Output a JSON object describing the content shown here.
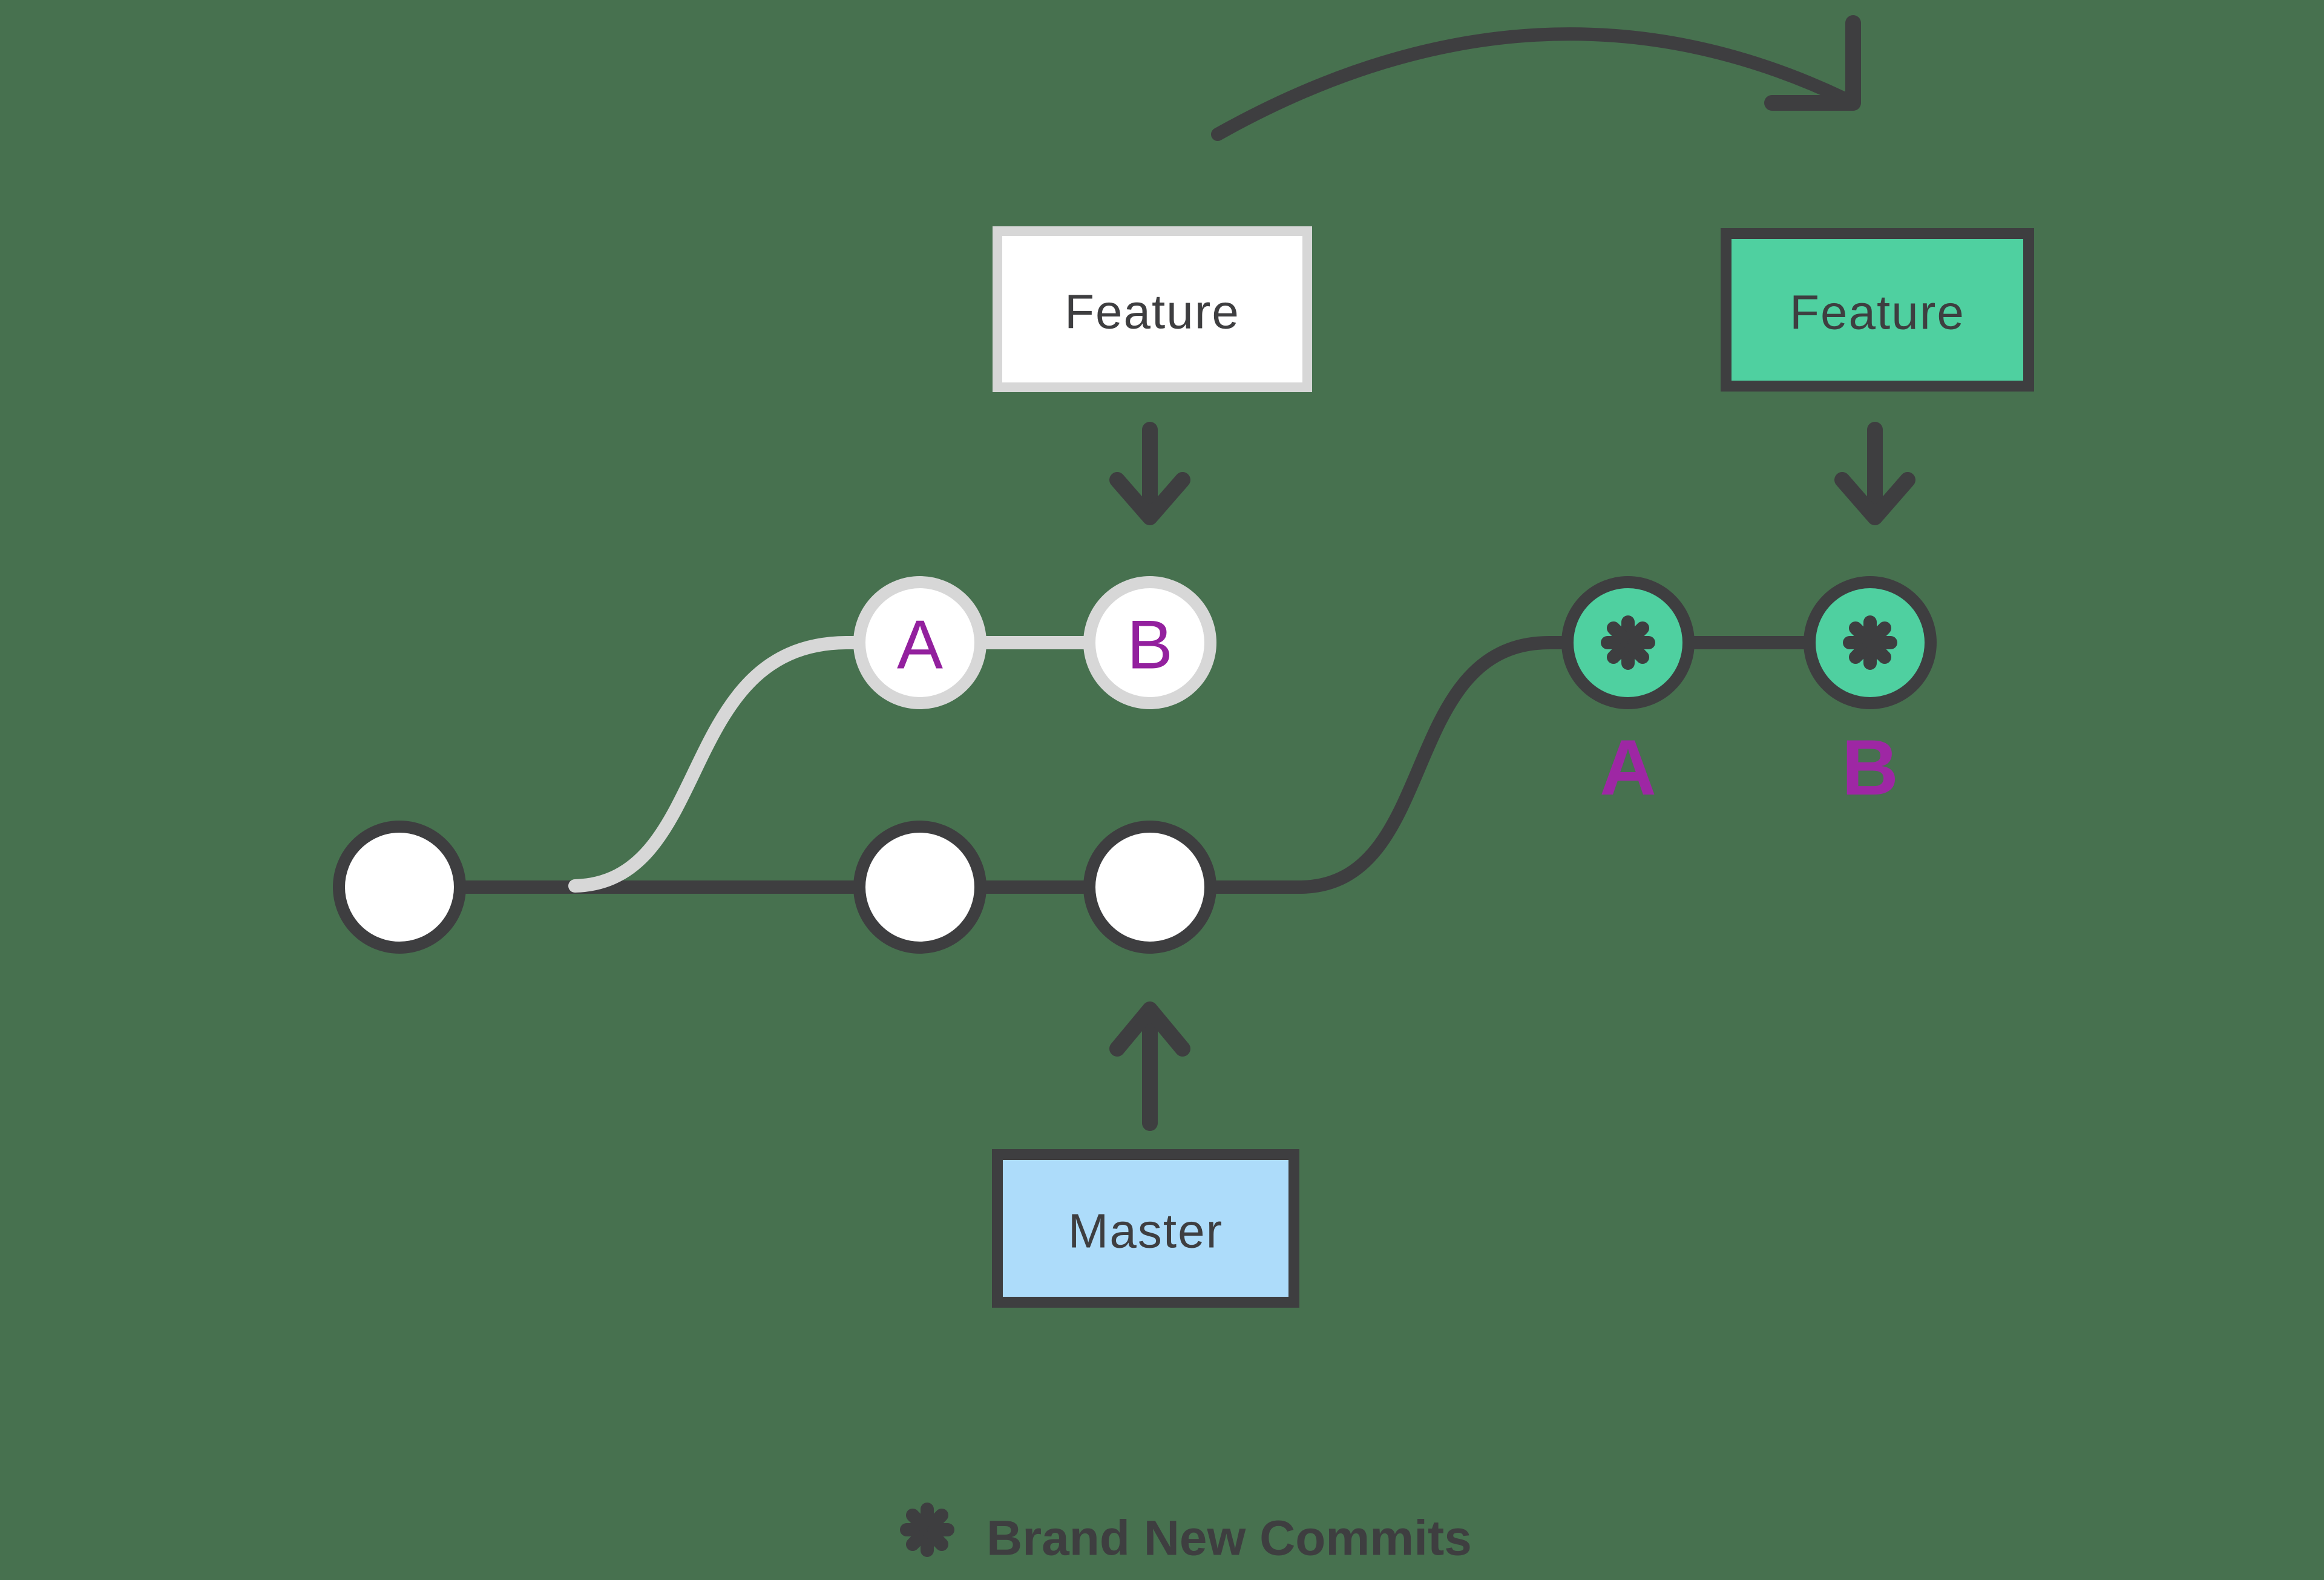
{
  "colors": {
    "background": "#47714F",
    "dark": "#3E3E40",
    "gray": "#D7D7D7",
    "mint": "#4FD0A0",
    "blue": "#ADDCFA",
    "purple": "#93209E",
    "purpleBold": "#9E27A4",
    "white": "#FFFFFF"
  },
  "before": {
    "feature_box": "Feature",
    "commit_a": "A",
    "commit_b": "B",
    "master_box": "Master"
  },
  "after": {
    "feature_box": "Feature",
    "commit_a": "A",
    "commit_b": "B"
  },
  "legend": {
    "icon_name": "flower-asterisk-icon",
    "label": "Brand New Commits"
  }
}
